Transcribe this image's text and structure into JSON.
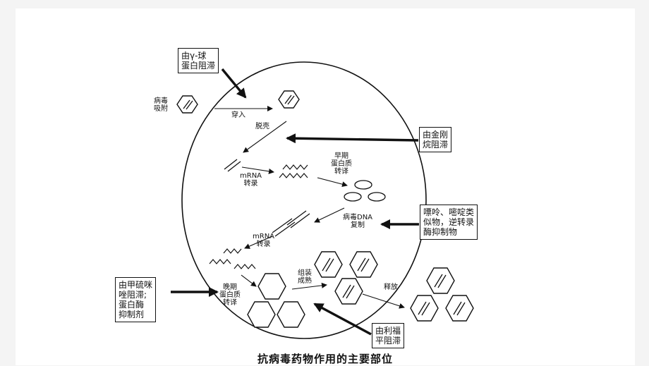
{
  "labels": {
    "adsorption": "病毒\n吸附",
    "penetration": "穿入",
    "uncoating": "脱壳",
    "mrna_transcription_1": "mRNA\n转录",
    "early_protein": "早期\n蛋白质\n转译",
    "dna_replication": "病毒DNA\n复制",
    "mrna_transcription_2": "mRNA\n转录",
    "late_protein": "晚期\n蛋白质\n转译",
    "assembly": "组装\n成熟",
    "release": "释放"
  },
  "inhibitor_boxes": {
    "gamma_globulin": "由γ-球\n蛋白阻滞",
    "amantadine": "由金刚\n烷阻滞",
    "purine_pyrimidine": "嘌呤、嘧啶类\n似物，逆转录\n酶抑制物",
    "methisazone": "由甲硫咪\n唑阻滞;\n蛋白酶\n抑制剂",
    "rifampicin": "由利福\n平阻滞"
  },
  "caption": "抗病毒药物作用的主要部位"
}
